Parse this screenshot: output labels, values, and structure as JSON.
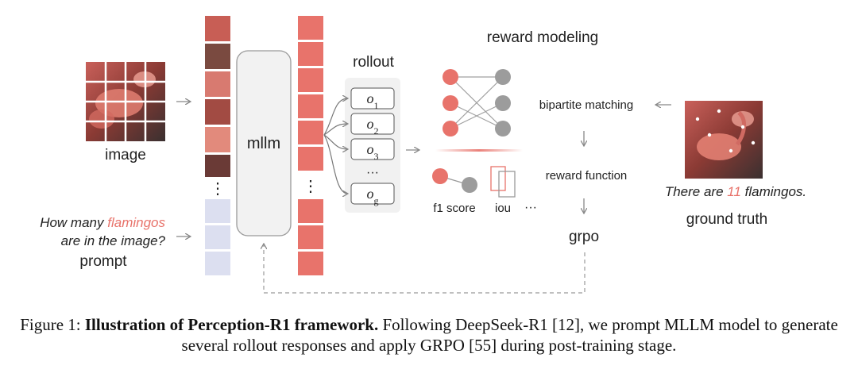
{
  "diagram": {
    "image_label": "image",
    "prompt_line1_before": "How many ",
    "prompt_highlight": "flamingos",
    "prompt_line2": "are in the image?",
    "prompt_label": "prompt",
    "model_label": "mllm",
    "rollout_title": "rollout",
    "rollout_items": [
      "o",
      "o",
      "o",
      "o"
    ],
    "rollout_subscripts": [
      "1",
      "2",
      "3",
      "g"
    ],
    "rollout_ellipsis": "···",
    "reward_title": "reward modeling",
    "bipartite_label": "bipartite matching",
    "reward_function_label": "reward function",
    "f1_label": "f1 score",
    "iou_label": "iou",
    "metric_ellipsis": "···",
    "grpo_label": "grpo",
    "gt_caption_before": "There are ",
    "gt_caption_number": "11",
    "gt_caption_after": " flamingos.",
    "gt_label": "ground truth",
    "vdots": "⋮"
  },
  "caption": {
    "prefix": "Figure 1: ",
    "bold": "Illustration of Perception-R1 framework.",
    "rest": " Following DeepSeek-R1 [12], we prompt MLLM model to generate several rollout responses and apply GRPO [55] during post-training stage."
  },
  "colors": {
    "salmon": "#e8736b",
    "lavender": "#dcdff0",
    "gray_node": "#9c9c9c",
    "gray_line": "#888888",
    "highlight_text": "#e8736b"
  }
}
